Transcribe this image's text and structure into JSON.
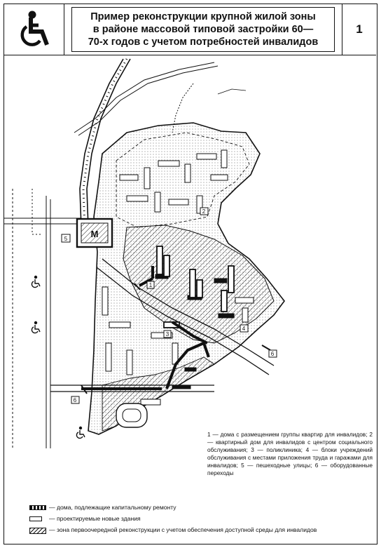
{
  "header": {
    "logo_icon": "wheelchair-accessibility-icon",
    "title_lines": [
      "Пример реконструкции крупной жилой зоны",
      "в районе массовой типовой застройки 60—",
      "70-х годов с учетом потребностей инвалидов"
    ],
    "page_number": "1"
  },
  "map": {
    "metro_symbol": "М",
    "markers": [
      "1",
      "2",
      "3",
      "4",
      "5",
      "6"
    ]
  },
  "description": "1 — дома с размещением группы квартир для инвалидов; 2 — квартирный дом для инвалидов с центром социального обслуживания; 3 — поликлиника; 4 — блоки учреждений обслуживания с местами приложения труда и гаражами для инвалидов; 5 — пешеходные улицы; 6 — оборудованные переходы",
  "legend": [
    {
      "symbol": "repair-swatch",
      "text": "— дома, подлежащие капитальному ремонту"
    },
    {
      "symbol": "new-building-swatch",
      "text": "— проектируемые новые здания"
    },
    {
      "symbol": "priority-zone-swatch",
      "text": "— зона первоочередной реконструкции с учетом обеспечения доступной среды для инвалидов"
    }
  ],
  "colors": {
    "ink": "#111111",
    "paper": "#ffffff"
  }
}
